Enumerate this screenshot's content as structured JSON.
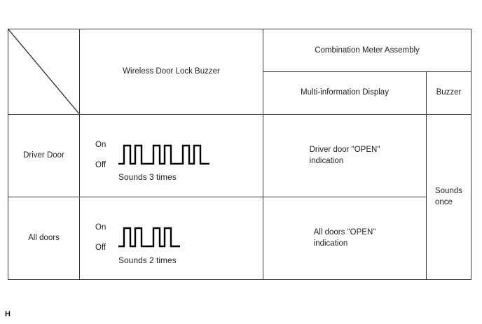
{
  "figure": {
    "corner_mark": "H"
  },
  "table": {
    "header": {
      "corner_cell_icon": "diagonal-slash",
      "wireless_buzzer_label": "Wireless Door Lock Buzzer",
      "combination_meter_label": "Combination Meter Assembly",
      "multi_info_display_label": "Multi-information Display",
      "buzzer_label": "Buzzer"
    },
    "buzzer_merged_value": "Sounds\nonce",
    "rows": [
      {
        "condition": "Driver Door",
        "waveform": {
          "on_label": "On",
          "off_label": "Off",
          "caption": "Sounds 3 times",
          "groups": 3,
          "pulses_per_group": 2
        },
        "display_indication": "Driver door \"OPEN\"\nindication"
      },
      {
        "condition": "All doors",
        "waveform": {
          "on_label": "On",
          "off_label": "Off",
          "caption": "Sounds 2 times",
          "groups": 2,
          "pulses_per_group": 2
        },
        "display_indication": "All doors \"OPEN\"\nindication"
      }
    ]
  },
  "chart_data": {
    "type": "line",
    "title": "Wireless Door Lock Buzzer signal patterns",
    "xlabel": "",
    "ylabel": "",
    "ylim": [
      0,
      1
    ],
    "tick_labels": [
      "Off",
      "On"
    ],
    "series": [
      {
        "name": "Driver Door",
        "caption": "Sounds 3 times",
        "groups": 3,
        "pulses_per_group": 2,
        "total_pulses": 6,
        "values": [
          0,
          1,
          0,
          1,
          0,
          0,
          1,
          0,
          1,
          0,
          0,
          1,
          0,
          1,
          0
        ]
      },
      {
        "name": "All doors",
        "caption": "Sounds 2 times",
        "groups": 2,
        "pulses_per_group": 2,
        "total_pulses": 4,
        "values": [
          0,
          1,
          0,
          1,
          0,
          0,
          1,
          0,
          1,
          0
        ]
      }
    ]
  },
  "colors": {
    "outer_border": "#1b1b1b",
    "inner_border": "#3a3a3a",
    "text": "#222222",
    "waveform_stroke": "#000000",
    "background": "#ffffff"
  }
}
